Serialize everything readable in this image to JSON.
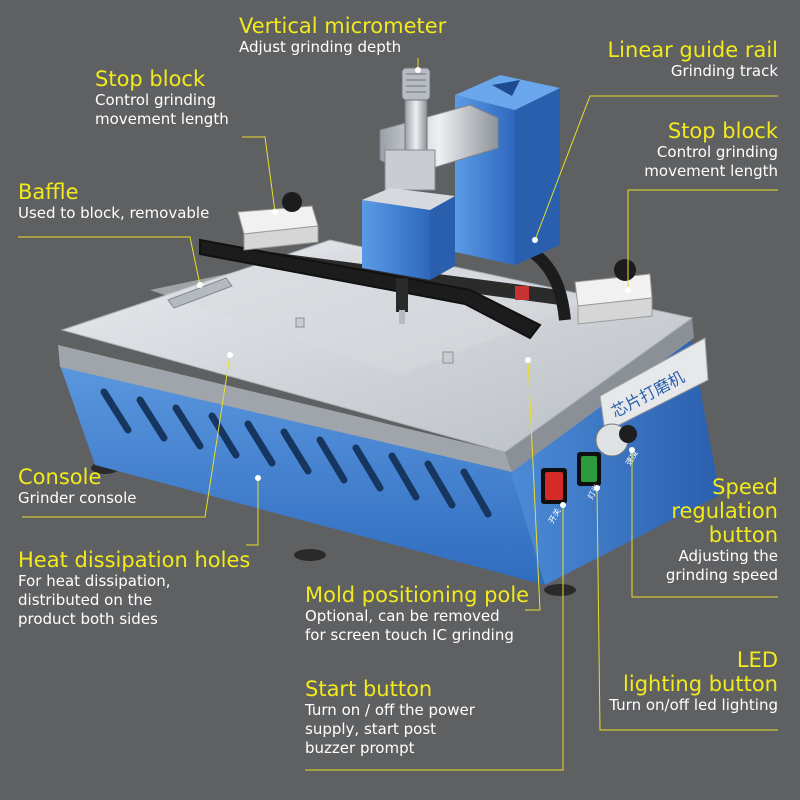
{
  "colors": {
    "background": "#5f6062",
    "title": "#f2ea1c",
    "description": "#ffffff",
    "leader": "#e8de2a",
    "body_blue": "#3f7fd0",
    "plate_silver": "#cfd3d8"
  },
  "machine": {
    "panel_text": "芯片打磨机",
    "speed_label": "速度",
    "start_label": "开关",
    "led_label": "灯光"
  },
  "callouts": {
    "vertical_micrometer": {
      "title": "Vertical micrometer",
      "desc": [
        "Adjust grinding depth"
      ]
    },
    "linear_guide_rail": {
      "title": "Linear guide rail",
      "desc": [
        "Grinding track"
      ]
    },
    "stop_block_left": {
      "title": "Stop block",
      "desc": [
        "Control grinding",
        "movement length"
      ]
    },
    "stop_block_right": {
      "title": "Stop block",
      "desc": [
        "Control grinding",
        "movement length"
      ]
    },
    "baffle": {
      "title": "Baffle",
      "desc": [
        "Used to block, removable"
      ]
    },
    "console": {
      "title": "Console",
      "desc": [
        "Grinder console"
      ]
    },
    "heat_dissipation": {
      "title": "Heat dissipation holes",
      "desc": [
        "For heat dissipation,",
        "distributed on the",
        "product both sides"
      ]
    },
    "speed_regulation": {
      "title": [
        "Speed",
        "regulation",
        "button"
      ],
      "desc": [
        "Adjusting the",
        "grinding speed"
      ]
    },
    "mold_positioning": {
      "title": "Mold positioning pole",
      "desc": [
        "Optional, can be removed",
        "for screen touch IC grinding"
      ]
    },
    "led_lighting": {
      "title": [
        "LED",
        "lighting button"
      ],
      "desc": [
        "Turn on/off led lighting"
      ]
    },
    "start_button": {
      "title": "Start button",
      "desc": [
        "Turn on / off the power",
        "supply, start post",
        "buzzer prompt"
      ]
    }
  }
}
